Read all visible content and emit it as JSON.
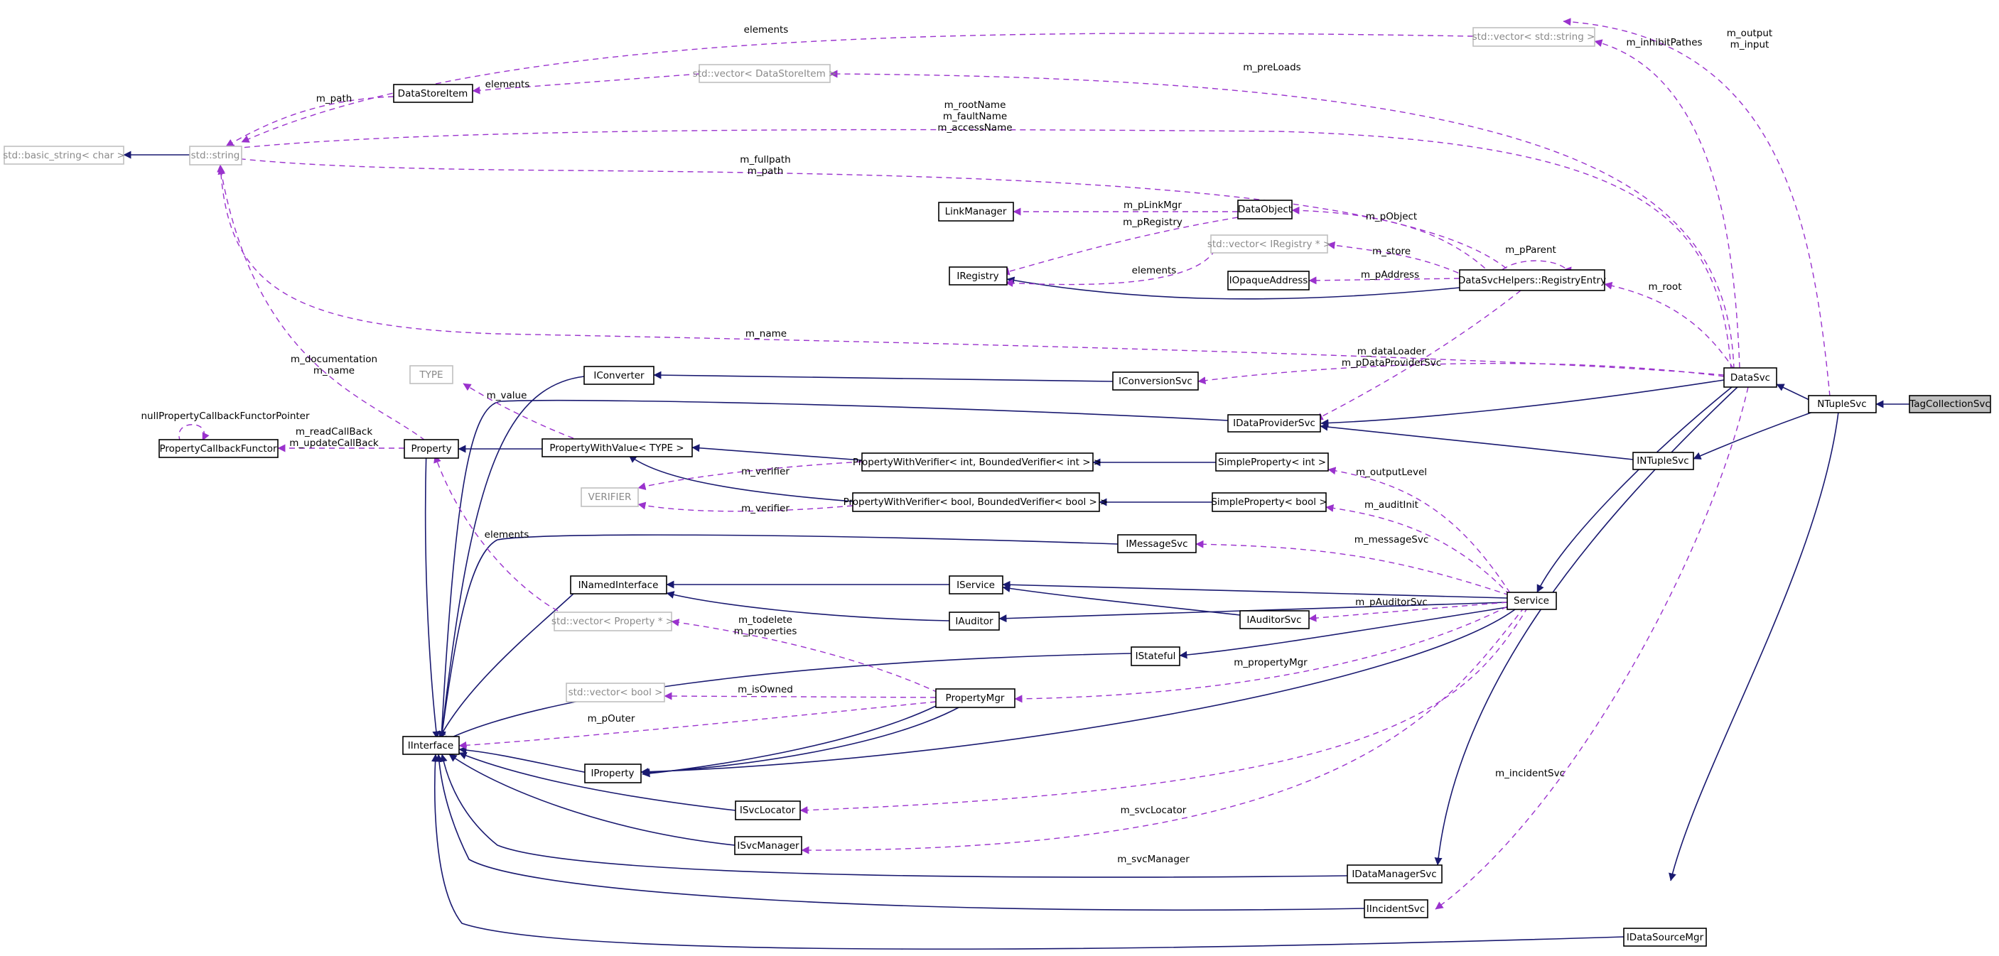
{
  "diagram": {
    "nodes": [
      {
        "id": "TagCollectionSvc",
        "label": "TagCollectionSvc",
        "style": "highlight"
      },
      {
        "id": "NTupleSvc",
        "label": "NTupleSvc",
        "style": "normal"
      },
      {
        "id": "DataSvc",
        "label": "DataSvc",
        "style": "normal"
      },
      {
        "id": "INTupleSvc",
        "label": "INTupleSvc",
        "style": "normal"
      },
      {
        "id": "IDataSourceMgr",
        "label": "IDataSourceMgr",
        "style": "normal"
      },
      {
        "id": "Service",
        "label": "Service",
        "style": "normal"
      },
      {
        "id": "IDataManagerSvc",
        "label": "IDataManagerSvc",
        "style": "normal"
      },
      {
        "id": "IIncidentSvc",
        "label": "IIncidentSvc",
        "style": "normal"
      },
      {
        "id": "IDataProviderSvc",
        "label": "IDataProviderSvc",
        "style": "normal"
      },
      {
        "id": "IConversionSvc",
        "label": "IConversionSvc",
        "style": "normal"
      },
      {
        "id": "RegistryEntry",
        "label": "DataSvcHelpers::RegistryEntry",
        "style": "normal"
      },
      {
        "id": "vecString",
        "label": "std::vector< std::string >",
        "style": "gray"
      },
      {
        "id": "vecDataStoreItem",
        "label": "std::vector< DataStoreItem >",
        "style": "gray"
      },
      {
        "id": "DataStoreItem",
        "label": "DataStoreItem",
        "style": "normal"
      },
      {
        "id": "stdString",
        "label": "std::string",
        "style": "gray"
      },
      {
        "id": "basicString",
        "label": "std::basic_string< char >",
        "style": "gray"
      },
      {
        "id": "LinkManager",
        "label": "LinkManager",
        "style": "normal"
      },
      {
        "id": "DataObject",
        "label": "DataObject",
        "style": "normal"
      },
      {
        "id": "vecIRegistry",
        "label": "std::vector< IRegistry * >",
        "style": "gray"
      },
      {
        "id": "IRegistry",
        "label": "IRegistry",
        "style": "normal"
      },
      {
        "id": "IOpaqueAddress",
        "label": "IOpaqueAddress",
        "style": "normal"
      },
      {
        "id": "TYPE",
        "label": "TYPE",
        "style": "gray"
      },
      {
        "id": "IConverter",
        "label": "IConverter",
        "style": "normal"
      },
      {
        "id": "PropertyCallbackFunctor",
        "label": "PropertyCallbackFunctor",
        "style": "normal"
      },
      {
        "id": "Property",
        "label": "Property",
        "style": "normal"
      },
      {
        "id": "PropertyWithValue",
        "label": "PropertyWithValue< TYPE >",
        "style": "normal"
      },
      {
        "id": "PWVInt",
        "label": "PropertyWithVerifier< int, BoundedVerifier< int > >",
        "style": "normal"
      },
      {
        "id": "SimplePropertyInt",
        "label": "SimpleProperty< int >",
        "style": "normal"
      },
      {
        "id": "VERIFIER",
        "label": "VERIFIER",
        "style": "gray"
      },
      {
        "id": "PWVBool",
        "label": "PropertyWithVerifier< bool, BoundedVerifier< bool > >",
        "style": "normal"
      },
      {
        "id": "SimplePropertyBool",
        "label": "SimpleProperty< bool >",
        "style": "normal"
      },
      {
        "id": "IMessageSvc",
        "label": "IMessageSvc",
        "style": "normal"
      },
      {
        "id": "INamedInterface",
        "label": "INamedInterface",
        "style": "normal"
      },
      {
        "id": "IService",
        "label": "IService",
        "style": "normal"
      },
      {
        "id": "vecProperty",
        "label": "std::vector< Property * >",
        "style": "gray"
      },
      {
        "id": "IAuditor",
        "label": "IAuditor",
        "style": "normal"
      },
      {
        "id": "IAuditorSvc",
        "label": "IAuditorSvc",
        "style": "normal"
      },
      {
        "id": "IStateful",
        "label": "IStateful",
        "style": "normal"
      },
      {
        "id": "vecBool",
        "label": "std::vector< bool >",
        "style": "gray"
      },
      {
        "id": "PropertyMgr",
        "label": "PropertyMgr",
        "style": "normal"
      },
      {
        "id": "IInterface",
        "label": "IInterface",
        "style": "normal"
      },
      {
        "id": "IProperty",
        "label": "IProperty",
        "style": "normal"
      },
      {
        "id": "ISvcLocator",
        "label": "ISvcLocator",
        "style": "normal"
      },
      {
        "id": "ISvcManager",
        "label": "ISvcManager",
        "style": "normal"
      }
    ],
    "edge_labels": [
      {
        "id": "elements-vecString",
        "lines": [
          "elements"
        ]
      },
      {
        "id": "m_inhibitPathes",
        "lines": [
          "m_inhibitPathes"
        ]
      },
      {
        "id": "m_output_input",
        "lines": [
          "m_output",
          "m_input"
        ]
      },
      {
        "id": "elements-vecDSI",
        "lines": [
          "elements"
        ]
      },
      {
        "id": "m_preLoads",
        "lines": [
          "m_preLoads"
        ]
      },
      {
        "id": "m_path",
        "lines": [
          "m_path"
        ]
      },
      {
        "id": "m_rootName",
        "lines": [
          "m_rootName",
          "m_faultName",
          "m_accessName"
        ]
      },
      {
        "id": "m_fullpath",
        "lines": [
          "m_fullpath",
          "m_path"
        ]
      },
      {
        "id": "m_pLinkMgr",
        "lines": [
          "m_pLinkMgr"
        ]
      },
      {
        "id": "m_pRegistry",
        "lines": [
          "m_pRegistry"
        ]
      },
      {
        "id": "m_pObject",
        "lines": [
          "m_pObject"
        ]
      },
      {
        "id": "m_pParent",
        "lines": [
          "m_pParent"
        ]
      },
      {
        "id": "m_store",
        "lines": [
          "m_store"
        ]
      },
      {
        "id": "elements-vecIReg",
        "lines": [
          "elements"
        ]
      },
      {
        "id": "m_pAddress",
        "lines": [
          "m_pAddress"
        ]
      },
      {
        "id": "m_root",
        "lines": [
          "m_root"
        ]
      },
      {
        "id": "m_name",
        "lines": [
          "m_name"
        ]
      },
      {
        "id": "m_dataLoader",
        "lines": [
          "m_dataLoader",
          "m_pDataProviderSvc"
        ]
      },
      {
        "id": "m_documentation",
        "lines": [
          "m_documentation",
          "m_name"
        ]
      },
      {
        "id": "m_value",
        "lines": [
          "m_value"
        ]
      },
      {
        "id": "nullProperty",
        "lines": [
          "nullPropertyCallbackFunctorPointer"
        ]
      },
      {
        "id": "m_readCallBack",
        "lines": [
          "m_readCallBack",
          "m_updateCallBack"
        ]
      },
      {
        "id": "m_verifier1",
        "lines": [
          "m_verifier"
        ]
      },
      {
        "id": "m_verifier2",
        "lines": [
          "m_verifier"
        ]
      },
      {
        "id": "m_outputLevel",
        "lines": [
          "m_outputLevel"
        ]
      },
      {
        "id": "m_auditInit",
        "lines": [
          "m_auditInit"
        ]
      },
      {
        "id": "elements-vecProp",
        "lines": [
          "elements"
        ]
      },
      {
        "id": "m_messageSvc",
        "lines": [
          "m_messageSvc"
        ]
      },
      {
        "id": "m_pAuditorSvc",
        "lines": [
          "m_pAuditorSvc"
        ]
      },
      {
        "id": "m_todelete",
        "lines": [
          "m_todelete",
          "m_properties"
        ]
      },
      {
        "id": "m_propertyMgr",
        "lines": [
          "m_propertyMgr"
        ]
      },
      {
        "id": "m_isOwned",
        "lines": [
          "m_isOwned"
        ]
      },
      {
        "id": "m_pOuter",
        "lines": [
          "m_pOuter"
        ]
      },
      {
        "id": "m_incidentSvc",
        "lines": [
          "m_incidentSvc"
        ]
      },
      {
        "id": "m_svcLocator",
        "lines": [
          "m_svcLocator"
        ]
      },
      {
        "id": "m_svcManager",
        "lines": [
          "m_svcManager"
        ]
      }
    ]
  }
}
